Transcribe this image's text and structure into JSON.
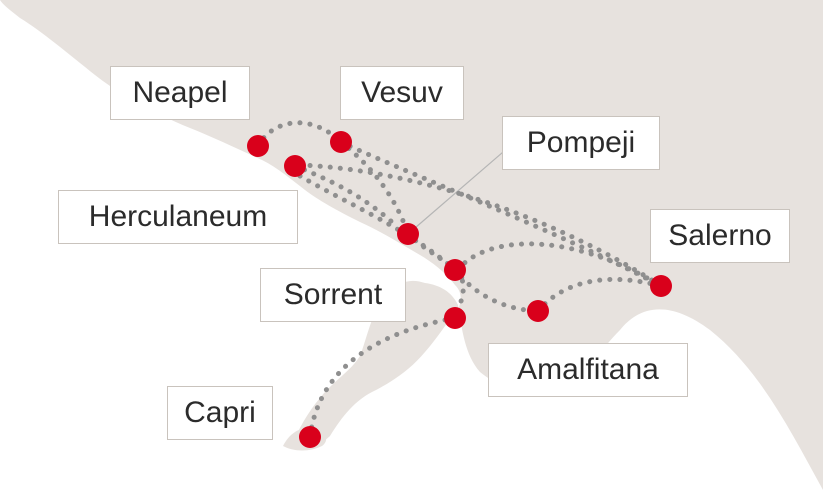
{
  "map": {
    "colors": {
      "land": "#e7e2de",
      "sea": "#ffffff",
      "route": "#8f8f8f",
      "pin": "#d9001b",
      "label_border": "#c9c3bd",
      "label_text": "#2b2b2b"
    },
    "places": [
      {
        "id": "neapel",
        "name": "Neapel"
      },
      {
        "id": "vesuv",
        "name": "Vesuv"
      },
      {
        "id": "pompeji",
        "name": "Pompeji"
      },
      {
        "id": "herculaneum",
        "name": "Herculaneum"
      },
      {
        "id": "salerno",
        "name": "Salerno"
      },
      {
        "id": "sorrent",
        "name": "Sorrent"
      },
      {
        "id": "amalfitana",
        "name": "Amalfitana"
      },
      {
        "id": "capri",
        "name": "Capri"
      }
    ]
  }
}
